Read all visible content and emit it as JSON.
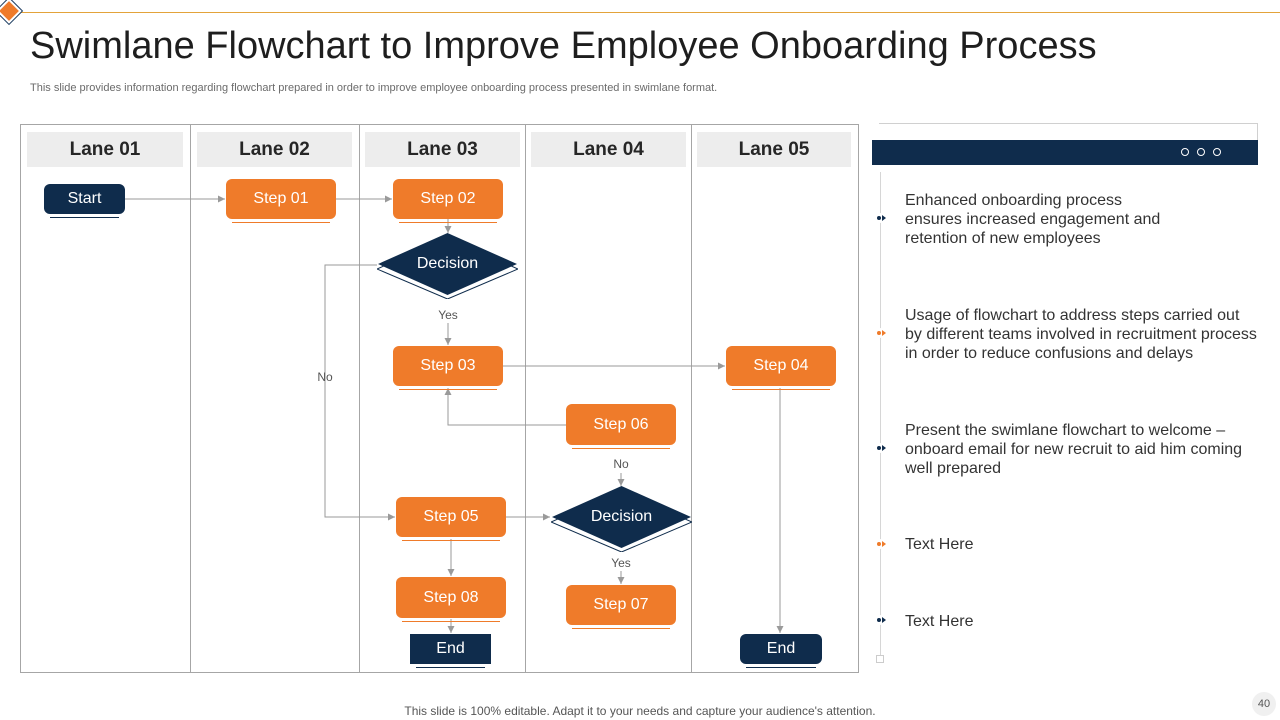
{
  "slide": {
    "title": "Swimlane Flowchart to Improve Employee Onboarding Process",
    "subtitle": "This slide provides information regarding flowchart prepared in order to improve employee onboarding process presented in swimlane format.",
    "footer": "This slide is 100% editable. Adapt it to your needs and capture your audience's attention.",
    "page_number": "40"
  },
  "lanes": [
    "Lane 01",
    "Lane 02",
    "Lane 03",
    "Lane 04",
    "Lane 05"
  ],
  "nodes": {
    "start": "Start",
    "step01": "Step 01",
    "step02": "Step 02",
    "decision1": "Decision",
    "step03": "Step 03",
    "step04": "Step 04",
    "step06": "Step 06",
    "step05": "Step 05",
    "decision2": "Decision",
    "step07": "Step 07",
    "step08": "Step 08",
    "end1": "End",
    "end2": "End"
  },
  "edge_labels": {
    "yes1": "Yes",
    "no1": "No",
    "no2": "No",
    "yes2": "Yes"
  },
  "points": [
    {
      "text": "Enhanced onboarding process ensures increased engagement and retention of new employees",
      "accent": "navy"
    },
    {
      "text": "Usage of flowchart to address steps carried out by different teams involved in recruitment process in order to reduce confusions and delays",
      "accent": "orange"
    },
    {
      "text": "Present the swimlane flowchart to welcome – onboard email for new recruit to aid him coming well prepared",
      "accent": "navy"
    },
    {
      "text": "Text Here",
      "accent": "orange"
    },
    {
      "text": "Text Here",
      "accent": "navy"
    }
  ],
  "colors": {
    "orange": "#ef7b2a",
    "navy": "#0f2c4c",
    "lane_header_bg": "#ededed",
    "connector": "#9a9a9a"
  }
}
